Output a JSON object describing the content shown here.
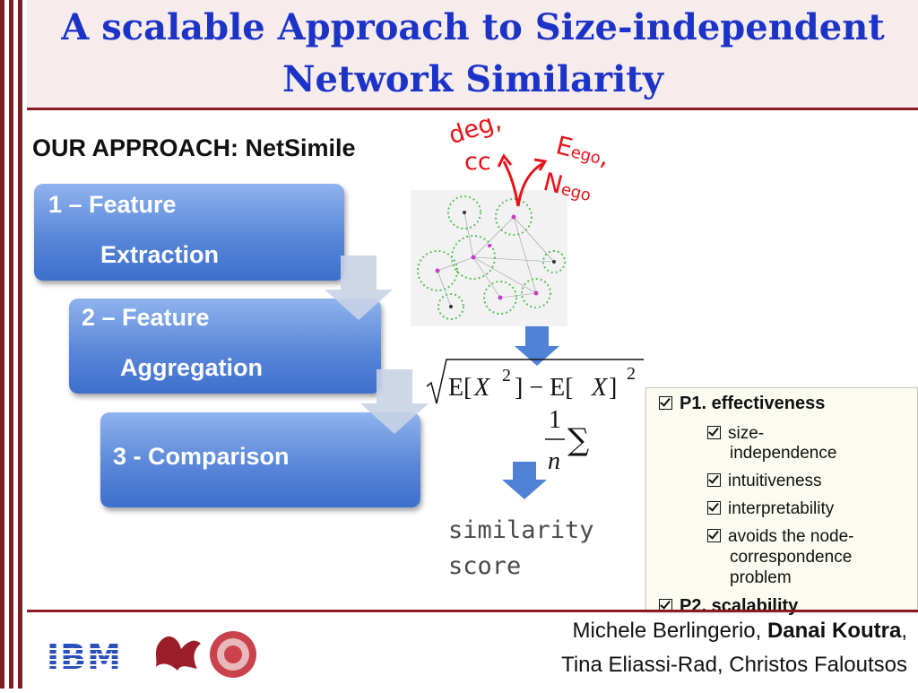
{
  "slide": {
    "title_line1": "A scalable Approach to Size-independent",
    "title_line2": "Network Similarity",
    "subtitle": "OUR APPROACH: NetSimile"
  },
  "steps": [
    {
      "line1": "1 – Feature",
      "line2": "Extraction"
    },
    {
      "line1": "2 – Feature",
      "line2": "Aggregation"
    },
    {
      "line1": "3 - Comparison"
    }
  ],
  "annotations": {
    "deg": "deg,",
    "cc": "cc",
    "e": "E",
    "e_sub": "ego",
    "e_comma": ",",
    "n": "N",
    "n_sub": "ego"
  },
  "formula": {
    "std_E1": "E[",
    "std_X1": "X",
    "std_exp1": "2",
    "std_mid": "] − E[",
    "std_X2": "X",
    "std_close": "]",
    "std_exp2": "2",
    "mean_num": "1",
    "mean_den": "n",
    "sum": "∑"
  },
  "output_label_line1": "similarity",
  "output_label_line2": "score",
  "properties": {
    "p1": "P1. effectiveness",
    "items": [
      "size-",
      "independence",
      "intuitiveness",
      "interpretability",
      "avoids the node-",
      "correspondence",
      "problem"
    ],
    "p2": "P2. scalability"
  },
  "authors": {
    "line1_a": "Michele Berlingerio, ",
    "line1_b": "Danai Koutra",
    "line1_c": ",",
    "line2": "Tina Eliassi-Rad, Christos Faloutsos"
  },
  "logos": {
    "ibm": "IBM"
  },
  "colors": {
    "title": "#1c33c8",
    "accent_red": "#e8131a",
    "frame": "#7f1f24",
    "step_blue": "#4f7fd4"
  }
}
